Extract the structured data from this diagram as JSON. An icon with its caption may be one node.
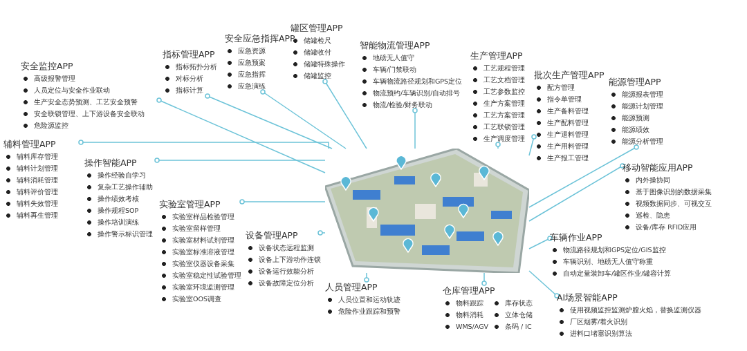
{
  "diagram": {
    "nodes": [
      {
        "text": [],
        "shape": "picture"
      },
      {
        "text": [
          "安全监控APP",
          "高级报警管理",
          "人员定位与安全作业联动",
          "生产安全态势预测、工艺安全预警",
          "安全联锁管理、上下游设备安全联动",
          "危险源监控"
        ]
      },
      {
        "text": [
          "指标管理APP",
          "指标拓扑分析",
          "对标分析",
          "指标计算"
        ]
      },
      {
        "text": [
          "安全应急指挥APP",
          "应急资源",
          "应急预案",
          "应急指挥",
          "应急演练"
        ]
      },
      {
        "text": [
          "罐区管理APP",
          "储罐检尺",
          "储罐收付",
          "储罐特殊操作",
          "储罐监控"
        ]
      },
      {
        "text": [
          "智能物流管理APP",
          "地磅无人值守",
          "车辆/门禁联动",
          "车辆物流路径规划和GPS定位",
          "物流预约/车辆识别/自动排号",
          "物流/检验/财务联动"
        ]
      },
      {
        "text": [
          "生产管理APP",
          "工艺规程管理",
          "工艺文档管理",
          "工艺参数监控",
          "生产方案管理",
          "工艺方案管理",
          "工艺联锁管理",
          "生产调度管理"
        ]
      },
      {
        "text": [
          "批次生产管理APP",
          "配方管理",
          "指令单管理",
          "生产备料管理",
          "生产配料管理",
          "生产退料管理",
          "生产用料管理",
          "生产报工管理"
        ]
      },
      {
        "text": [
          "能源管理APP",
          "能源报表管理",
          "能源计划管理",
          "能源预测",
          "能源绩效",
          "能源分析管理"
        ]
      },
      {
        "text": [
          "辅料管理APP",
          "辅料库存管理",
          "辅料计划管理",
          "辅料消耗管理",
          "辅料评价管理",
          "辅料失效管理",
          "辅料再生管理"
        ]
      },
      {
        "text": [
          "操作智能APP",
          "操作经验自学习",
          "复杂工艺操作辅助",
          "操作绩效考核",
          "操作规程SOP",
          "操作培训演练",
          "操作警示标识管理"
        ]
      },
      {
        "text": [
          "移动智能应用APP",
          "内外操协同",
          "基于图像识别的数据采集",
          "视频数据同步、可视交互",
          "巡检、隐患",
          "设备/库存 RFID应用"
        ]
      },
      {
        "text": [
          "实验室管理APP",
          "实验室样品检验管理",
          "实验室留样管理",
          "实验室材料试剂管理",
          "实验室标准溶液管理",
          "实验室仪器设备采集",
          "实验室稳定性试验管理",
          "实验室环境监测管理",
          "实验室OOS调查"
        ]
      },
      {
        "text": [
          "设备管理APP",
          "设备状态远程监测",
          "设备上下游动作连锁",
          "设备运行效能分析",
          "设备故障定位分析"
        ]
      },
      {
        "text": [
          "车辆作业APP",
          "物流路径规划和GPS定位/GIS监控",
          "车辆识别、地磅无人值守称重",
          "自动定量装卸车/罐区作业/罐容计算"
        ]
      },
      {
        "text": [
          "人员管理APP",
          "人员位置和运动轨迹",
          "危险作业跟踪和预警"
        ]
      },
      {
        "text": [
          "仓库管理APP",
          "物料跟踪",
          "物料消耗",
          "WMS/AGV",
          "库存状态",
          "立体仓储",
          "条码 / IC"
        ]
      },
      {
        "text": [
          "AI场景智能APP",
          "使用视频监控监测炉膛火焰，替换监测仪器",
          "厂区烟雾/着火识别",
          "进料口堵塞识别算法"
        ]
      }
    ],
    "edges": [
      {
        "from": 1,
        "to": 0,
        "arrow": "other"
      },
      {
        "from": 2,
        "to": 0,
        "arrow": "other"
      },
      {
        "from": 3,
        "to": 0,
        "arrow": "other"
      },
      {
        "from": 4,
        "to": 0,
        "arrow": "other"
      },
      {
        "from": 5,
        "to": 0,
        "arrow": "other"
      },
      {
        "from": 6,
        "to": 0,
        "arrow": "other"
      },
      {
        "from": 7,
        "to": 0,
        "arrow": "other"
      },
      {
        "from": 8,
        "to": 0,
        "arrow": "other"
      },
      {
        "from": 9,
        "to": 0,
        "arrow": "other"
      },
      {
        "from": 10,
        "to": 0,
        "arrow": "other"
      },
      {
        "from": 11,
        "to": 0,
        "arrow": "other"
      },
      {
        "from": 12,
        "to": 0,
        "arrow": "other"
      },
      {
        "from": 13,
        "to": 0,
        "arrow": "other"
      },
      {
        "from": 14,
        "to": 0,
        "arrow": "other"
      },
      {
        "from": 15,
        "to": 0,
        "arrow": "other"
      },
      {
        "from": 16,
        "to": 0,
        "arrow": "other"
      },
      {
        "from": 17,
        "to": 0,
        "arrow": "other"
      }
    ]
  }
}
